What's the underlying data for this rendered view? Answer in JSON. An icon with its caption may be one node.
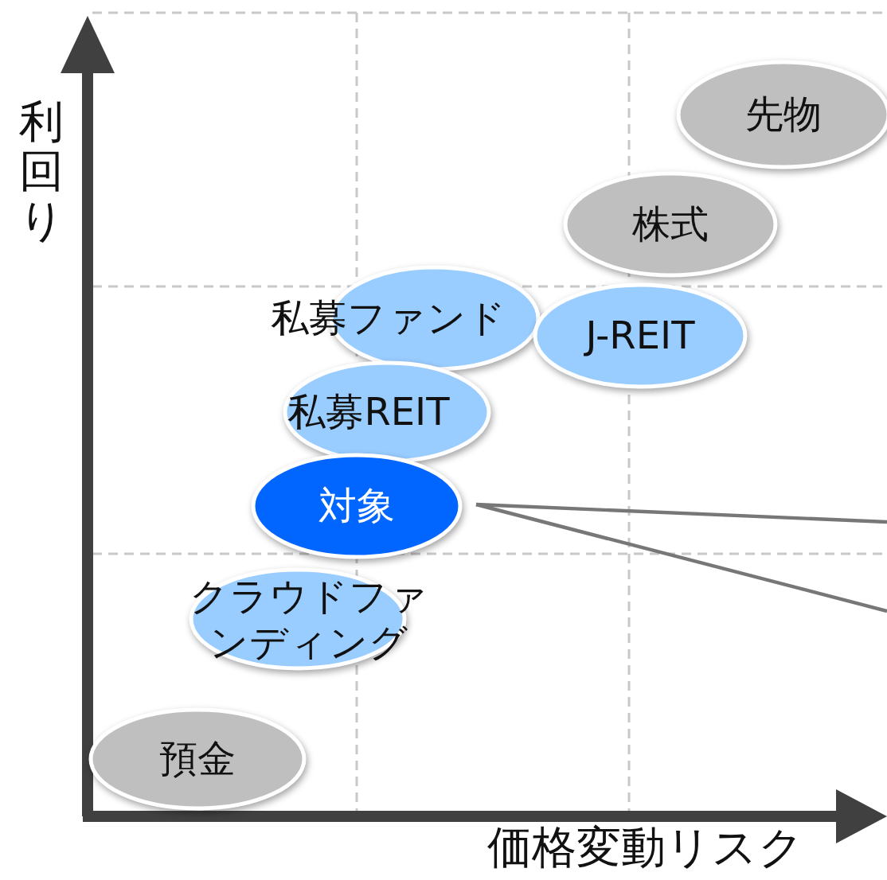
{
  "diagram": {
    "nodes": [
      {
        "text": [
          "先物"
        ]
      },
      {
        "text": [
          "株式"
        ]
      },
      {
        "text": [
          "私募ファンド"
        ]
      },
      {
        "text": [
          "J-REIT"
        ]
      },
      {
        "text": [
          "私募REIT"
        ]
      },
      {
        "text": [
          "対象"
        ]
      },
      {
        "text": [
          "クラウドファンディング"
        ]
      },
      {
        "text": [
          "預金"
        ]
      }
    ],
    "edges": [
      {
        "from": 5,
        "to": null,
        "arrow": "none"
      },
      {
        "from": 5,
        "to": null,
        "arrow": "none"
      }
    ],
    "labels": [
      "利回り",
      "価格変動リスク"
    ]
  }
}
